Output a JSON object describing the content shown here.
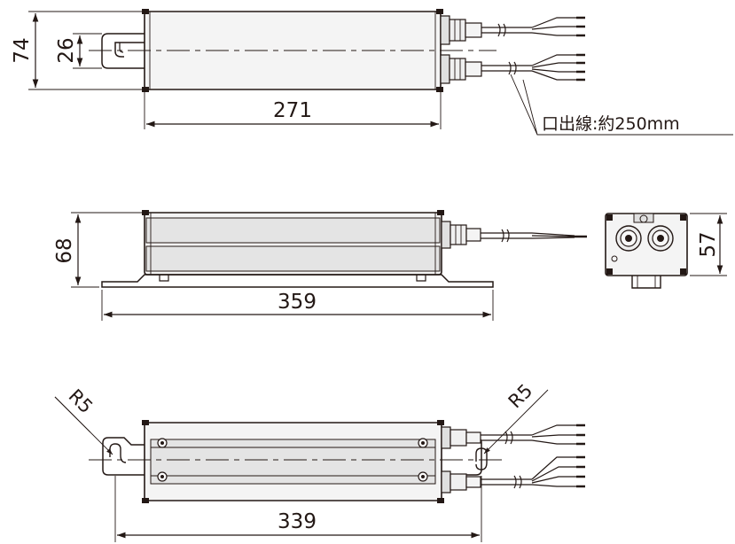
{
  "top_view": {
    "height_dim": "74",
    "slot_dim": "26",
    "length_dim": "271",
    "lead_note": "口出線:約250mm"
  },
  "side_view": {
    "height_dim": "68",
    "length_dim": "359",
    "end_height_dim": "57"
  },
  "bottom_view": {
    "radius_left": "R5",
    "radius_right": "R5",
    "length_dim": "339"
  },
  "colors": {
    "line": "#231815",
    "body_fill": "#f4f4f4",
    "stripe": "#d8d8d8"
  }
}
